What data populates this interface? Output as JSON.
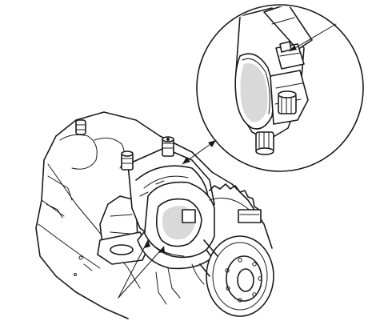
{
  "figure": {
    "description_visible_text": [],
    "colors": {
      "ink": "#1a1a1a",
      "paper": "#ffffff",
      "shade": "#d9d9d9"
    },
    "icons": [
      "zoom-callout-circle",
      "leader-arrow",
      "connecting-rod-bolt",
      "bearing-shell"
    ]
  }
}
